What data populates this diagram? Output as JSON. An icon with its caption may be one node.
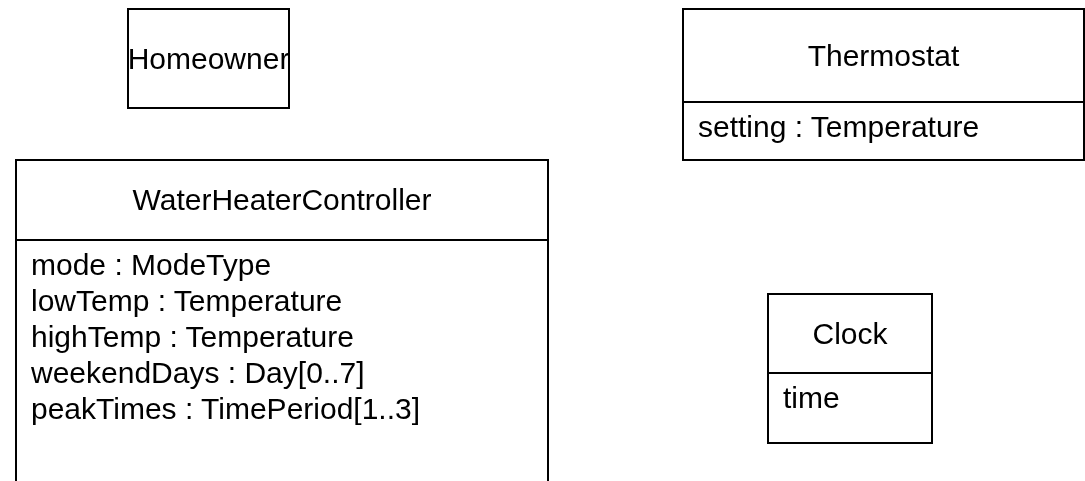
{
  "diagram": {
    "nodes": [
      {
        "text": [
          "Homeowner"
        ]
      },
      {
        "text": [
          "Thermostat",
          "setting : Temperature"
        ]
      },
      {
        "text": [
          "WaterHeaterController",
          "mode : ModeType",
          "lowTemp : Temperature",
          "highTemp : Temperature",
          "weekendDays : Day[0..7]",
          "peakTimes : TimePeriod[1..3]"
        ]
      },
      {
        "text": [
          "Clock",
          "time"
        ]
      }
    ]
  }
}
